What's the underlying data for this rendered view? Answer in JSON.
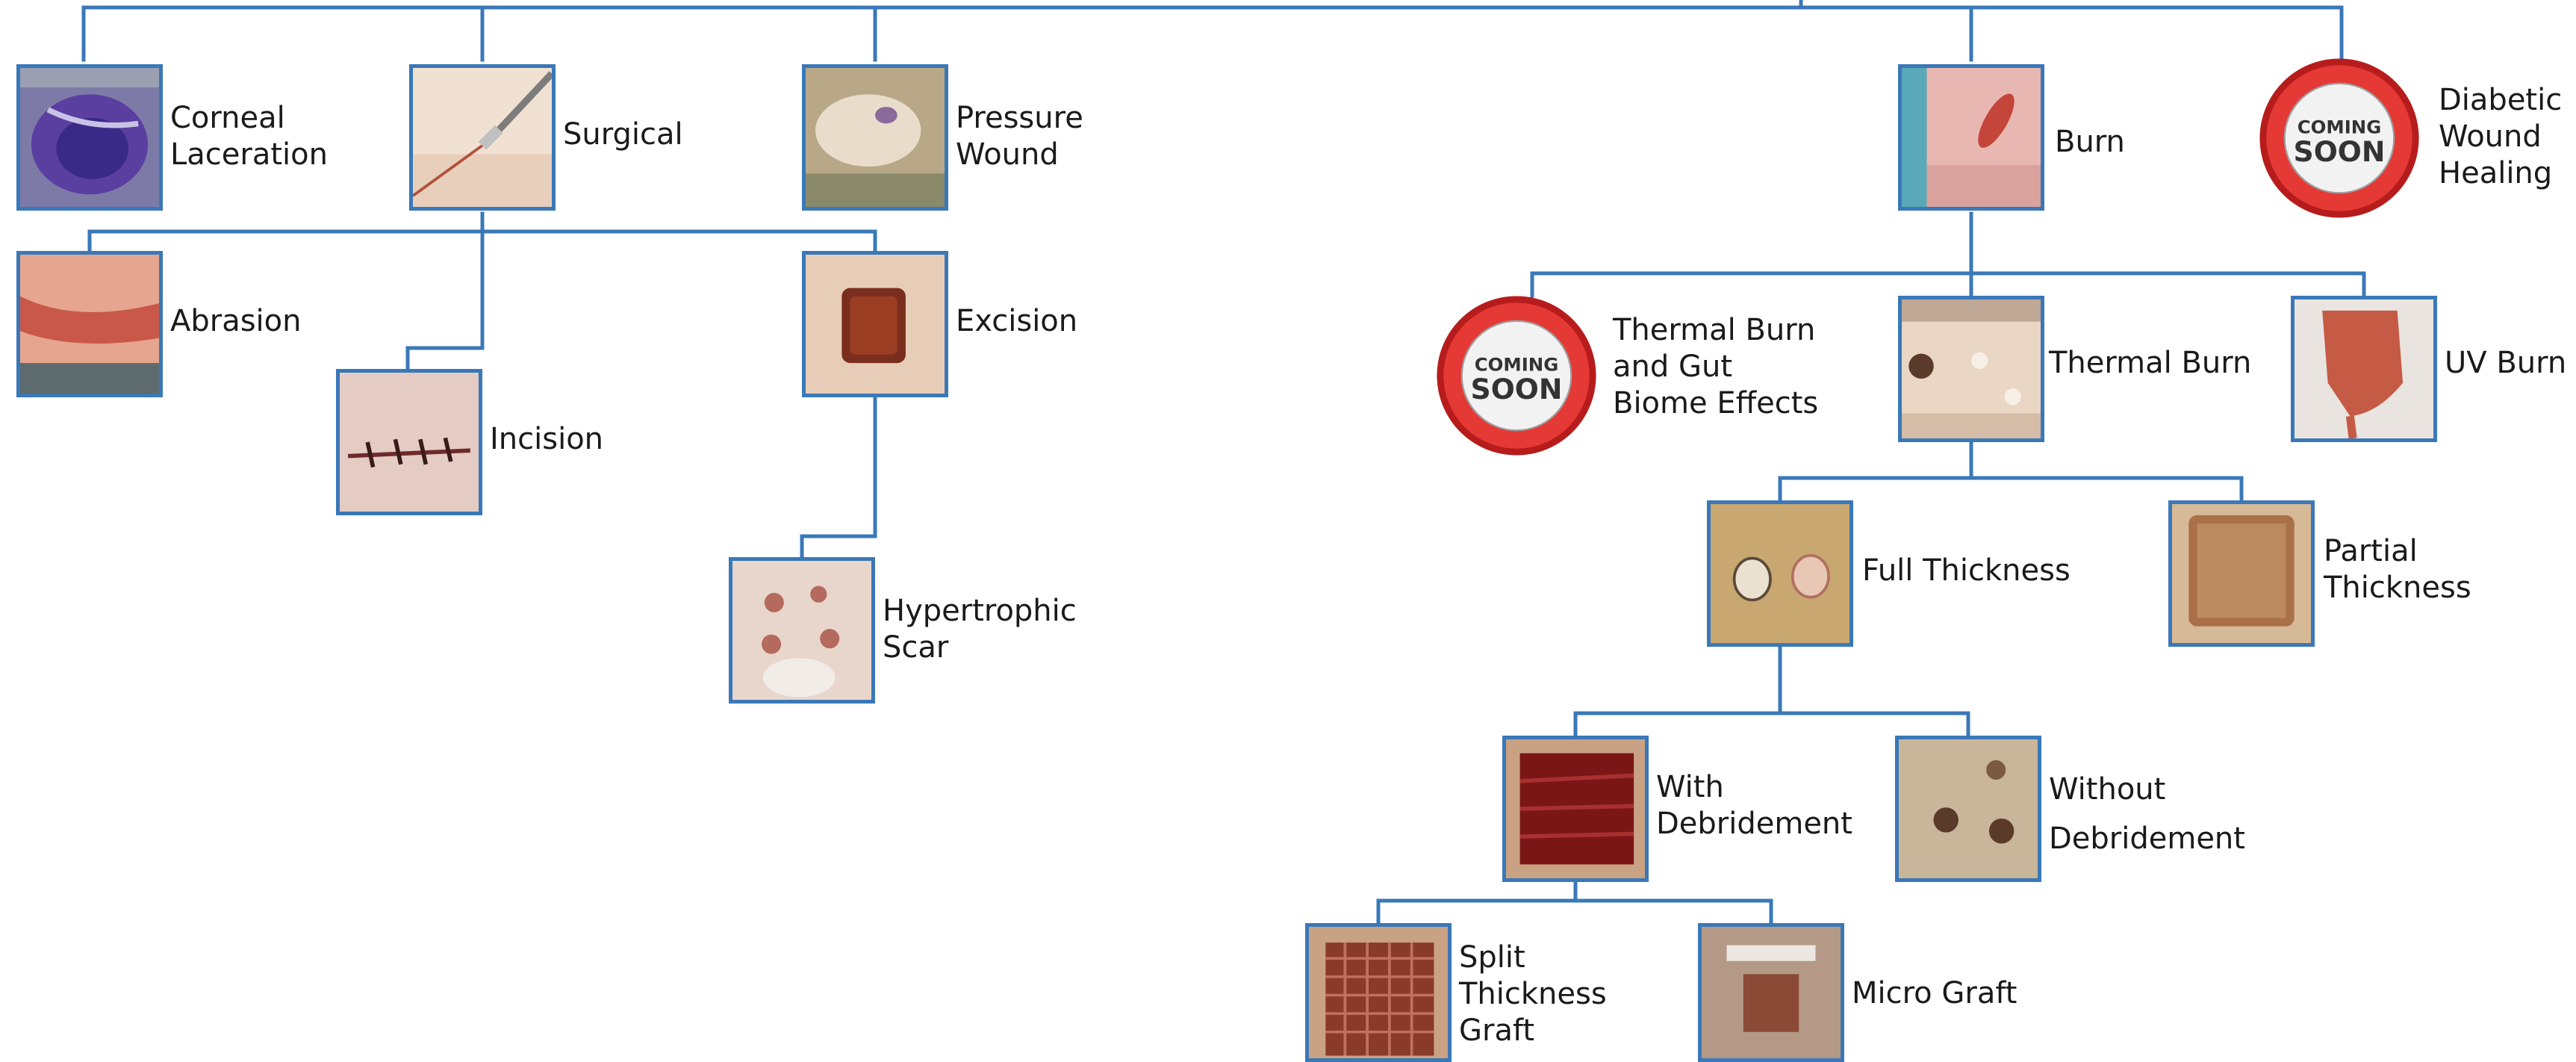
{
  "nodes": {
    "corneal": {
      "line1": "Corneal",
      "line2": "Laceration"
    },
    "surgical": {
      "line1": "Surgical"
    },
    "pressure": {
      "line1": "Pressure",
      "line2": "Wound"
    },
    "abrasion": {
      "line1": "Abrasion"
    },
    "incision": {
      "line1": "Incision"
    },
    "excision": {
      "line1": "Excision"
    },
    "hypertrophic": {
      "line1": "Hypertrophic",
      "line2": "Scar"
    },
    "burn": {
      "line1": "Burn"
    },
    "diabetic": {
      "line1": "Diabetic",
      "line2": "Wound",
      "line3": "Healing"
    },
    "thermal_gut": {
      "line1": "Thermal Burn",
      "line2": "and Gut",
      "line3": "Biome Effects"
    },
    "thermal": {
      "line1": "Thermal Burn"
    },
    "uv": {
      "line1": "UV Burn"
    },
    "full": {
      "line1": "Full Thickness"
    },
    "partial": {
      "line1": "Partial",
      "line2": "Thickness"
    },
    "with_deb": {
      "line1": "With",
      "line2": "Debridement"
    },
    "without_deb": {
      "line1": "Without",
      "line2": "Debridement"
    },
    "split": {
      "line1": "Split",
      "line2": "Thickness",
      "line3": "Graft"
    },
    "micro": {
      "line1": "Micro Graft"
    }
  },
  "badges": {
    "coming": "COMING",
    "soon": "SOON"
  },
  "colors": {
    "connector": "#3a78b8",
    "frame": "#3a78b8",
    "badge_red": "#d32f2f"
  }
}
